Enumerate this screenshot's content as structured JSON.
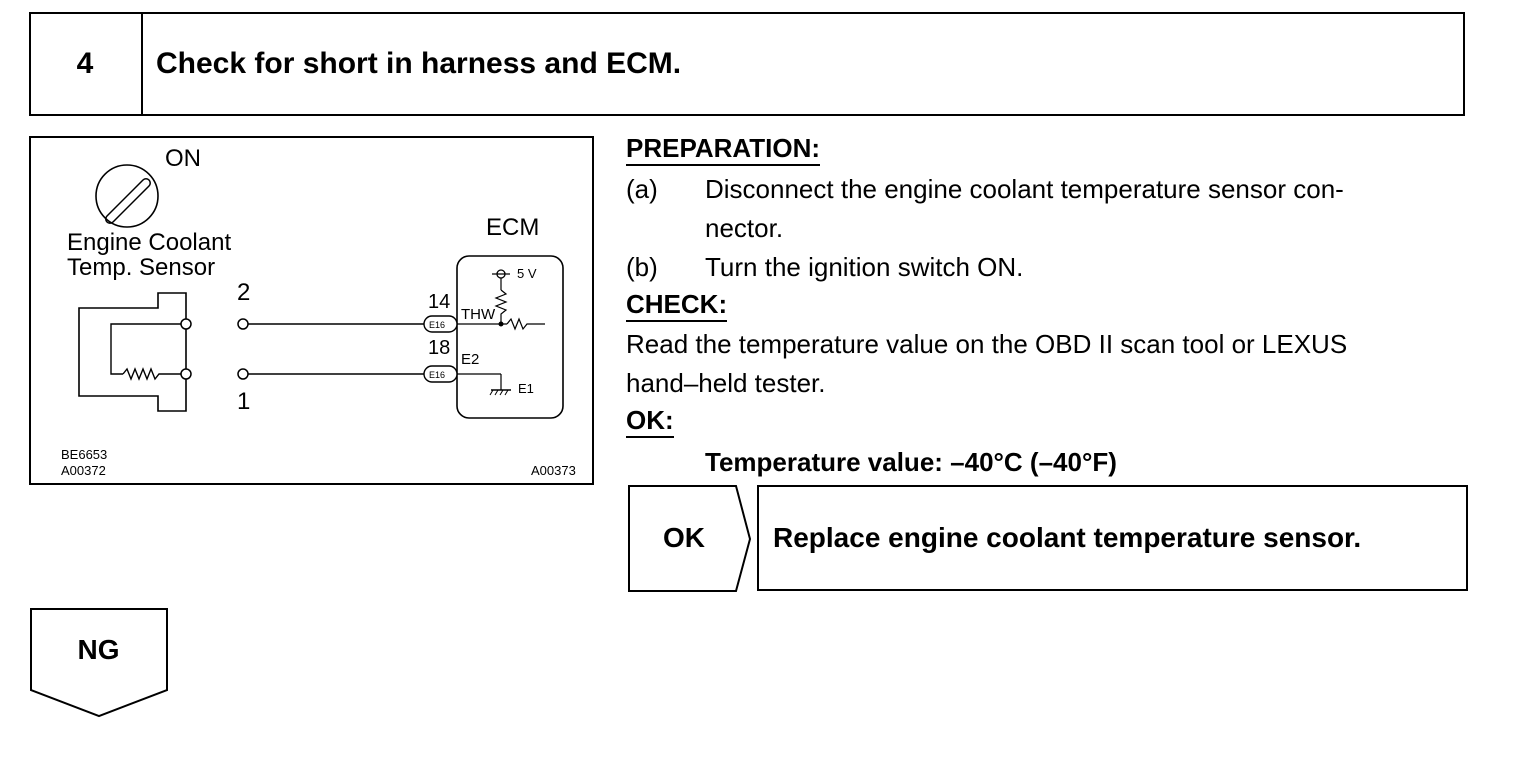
{
  "step": {
    "number": "4",
    "title": "Check for short in harness and ECM."
  },
  "diagram": {
    "ignition": "ON",
    "sensor_line1": "Engine Coolant",
    "sensor_line2": "Temp. Sensor",
    "ecm": "ECM",
    "voltage": "5 V",
    "pin2": "2",
    "pin1": "1",
    "pin14": "14",
    "pin18": "18",
    "thw": "THW",
    "e2": "E2",
    "e1": "E1",
    "conn1": "E16",
    "conn2": "E16",
    "code1": "BE6653",
    "code2": "A00372",
    "code3": "A00373"
  },
  "instructions": {
    "preparation_header": "PREPARATION:",
    "item_a_marker": "(a)",
    "item_a_line1": "Disconnect the engine coolant temperature sensor con-",
    "item_a_line2": "nector.",
    "item_b_marker": "(b)",
    "item_b_text": "Turn the ignition switch ON.",
    "check_header": "CHECK:",
    "check_line1": "Read the temperature value on the OBD II scan tool or LEXUS",
    "check_line2": "hand–held tester.",
    "ok_header": "OK:",
    "spec": "Temperature value: –40°C (–40°F)"
  },
  "result_ok": {
    "label": "OK",
    "action": "Replace engine coolant temperature sensor."
  },
  "result_ng": {
    "label": "NG"
  }
}
